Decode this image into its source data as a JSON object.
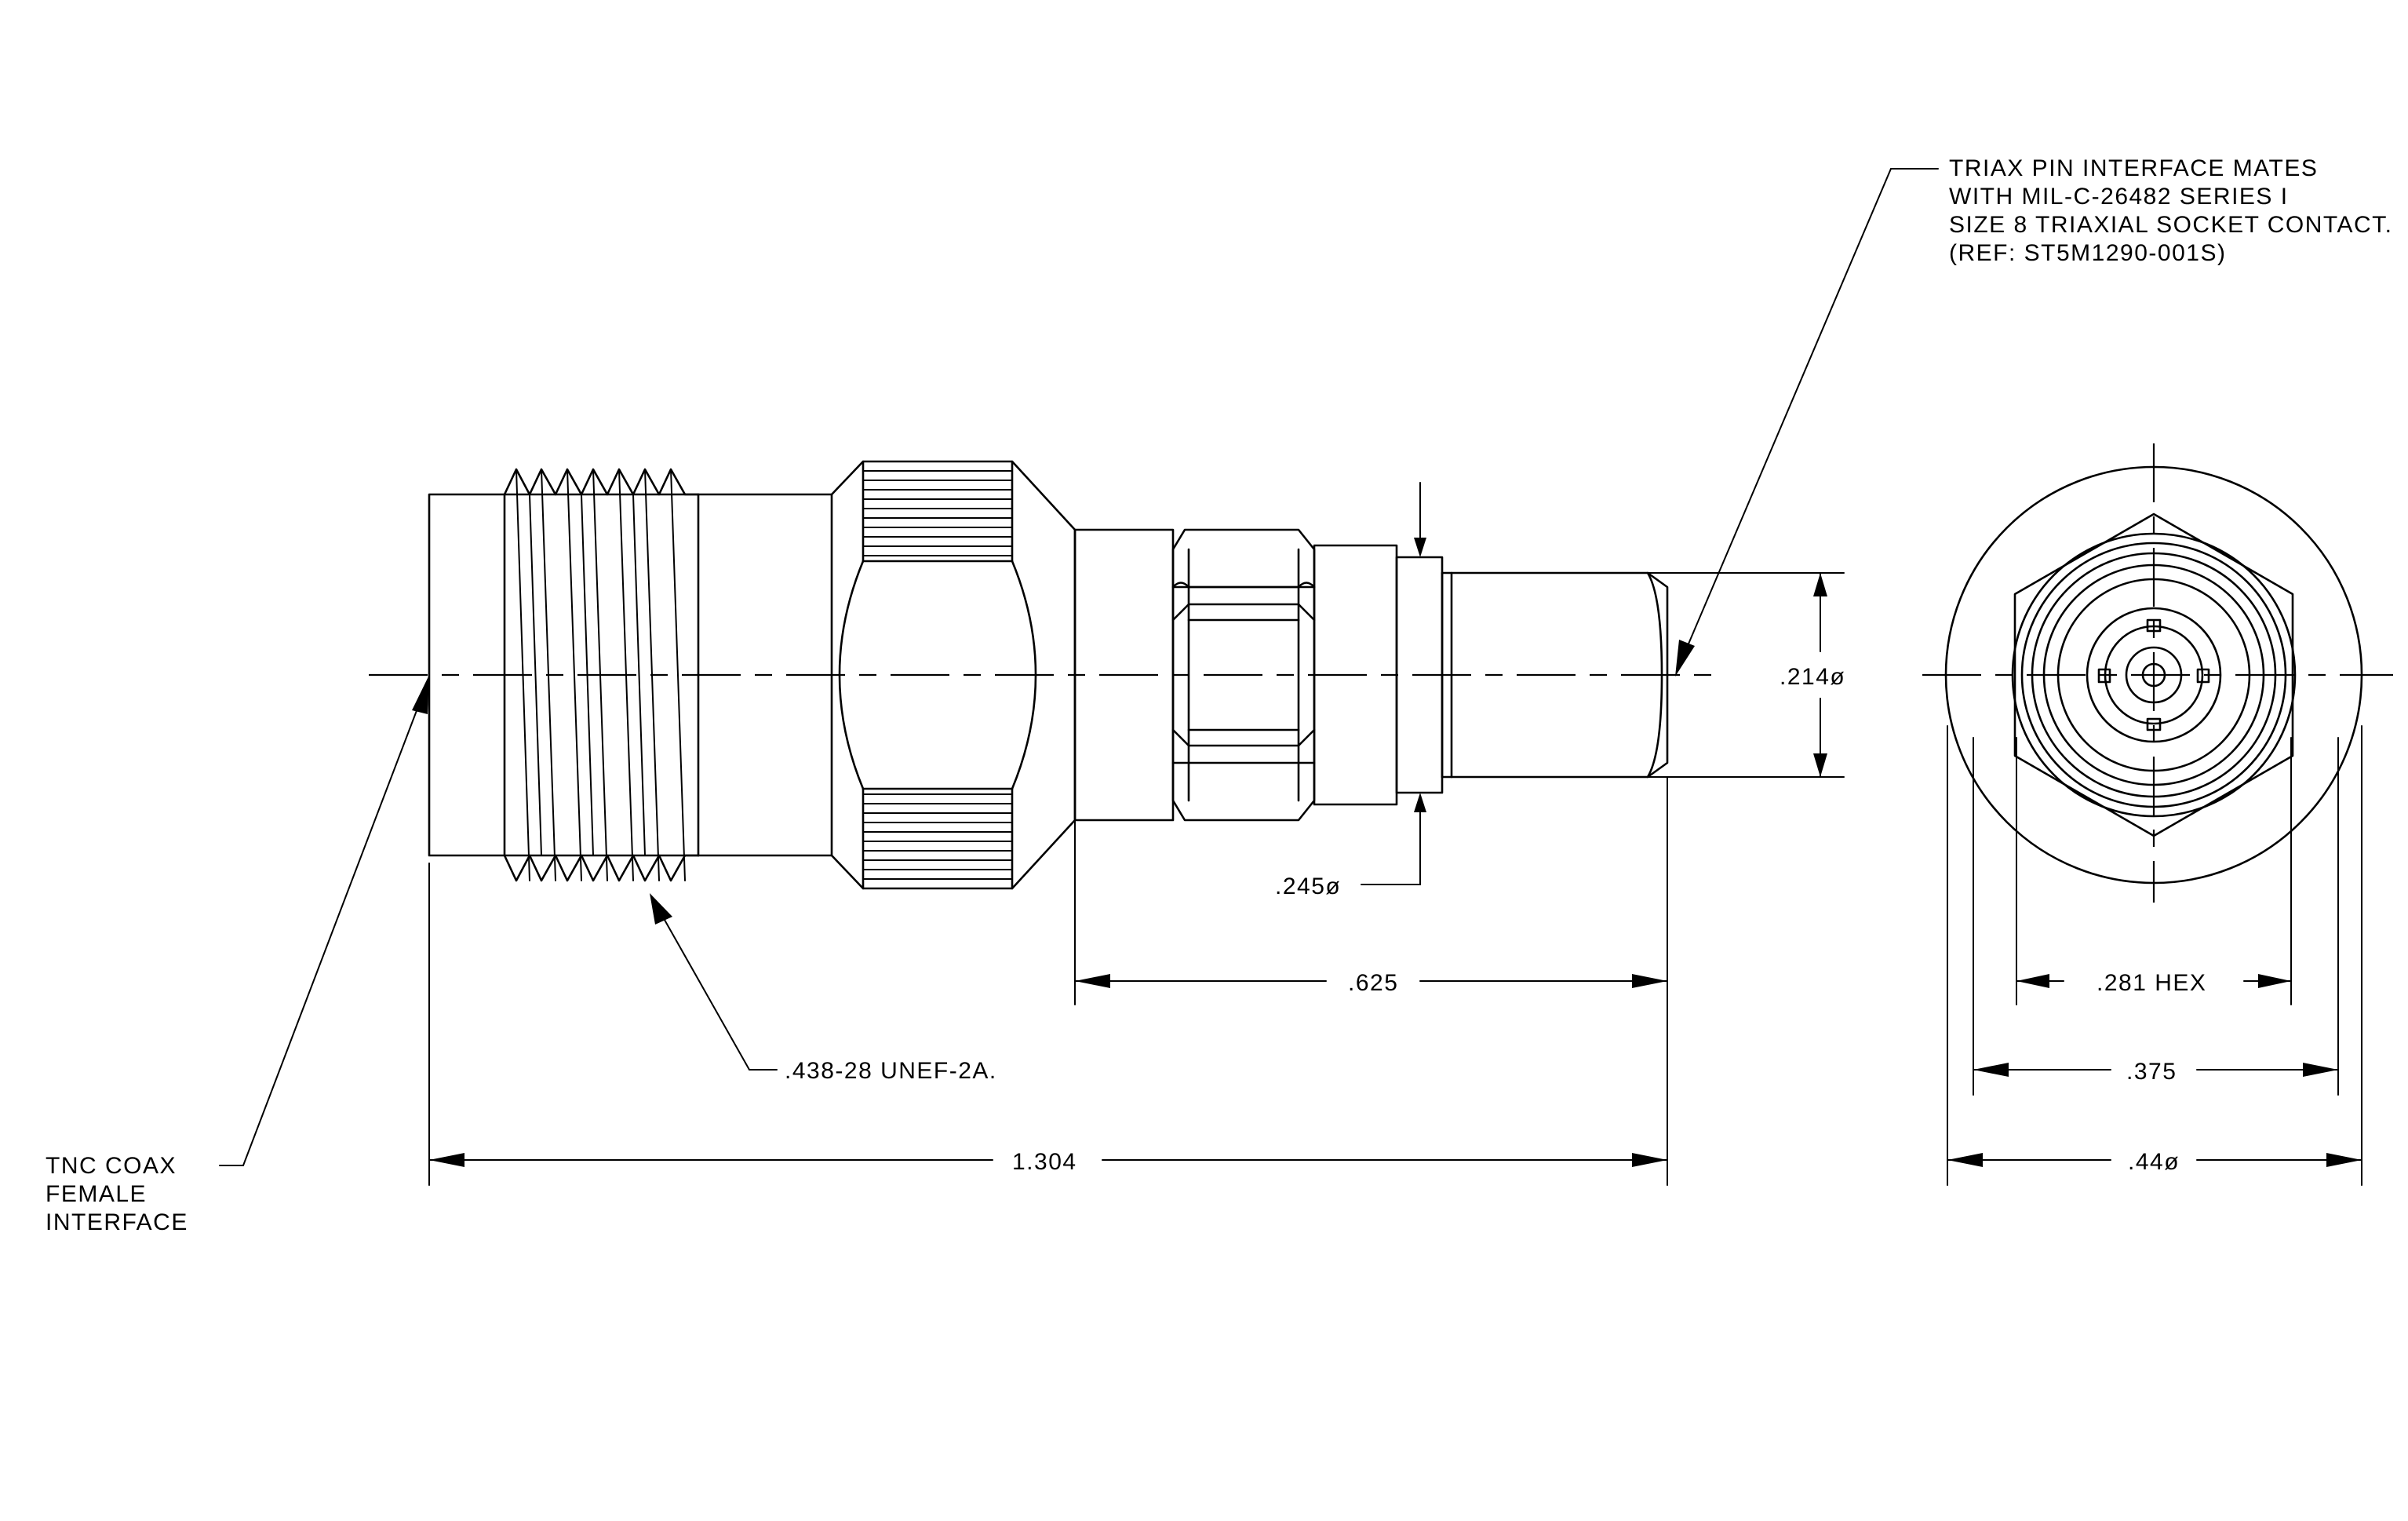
{
  "annotations": {
    "triax_note": [
      "TRIAX PIN INTERFACE MATES",
      "WITH MIL-C-26482 SERIES I",
      "SIZE 8 TRIAXIAL SOCKET CONTACT.",
      "(REF: ST5M1290-001S)"
    ],
    "tnc_note": [
      "TNC COAX",
      "FEMALE",
      "INTERFACE"
    ],
    "thread_spec": ".438-28 UNEF-2A."
  },
  "dimensions": {
    "overall_length": "1.304",
    "pin_length": ".625",
    "pin_diameter": ".214ø",
    "body_diameter": ".245ø",
    "hex_size": ".281 HEX",
    "end_view_width": ".375",
    "end_view_diameter": ".44ø"
  }
}
